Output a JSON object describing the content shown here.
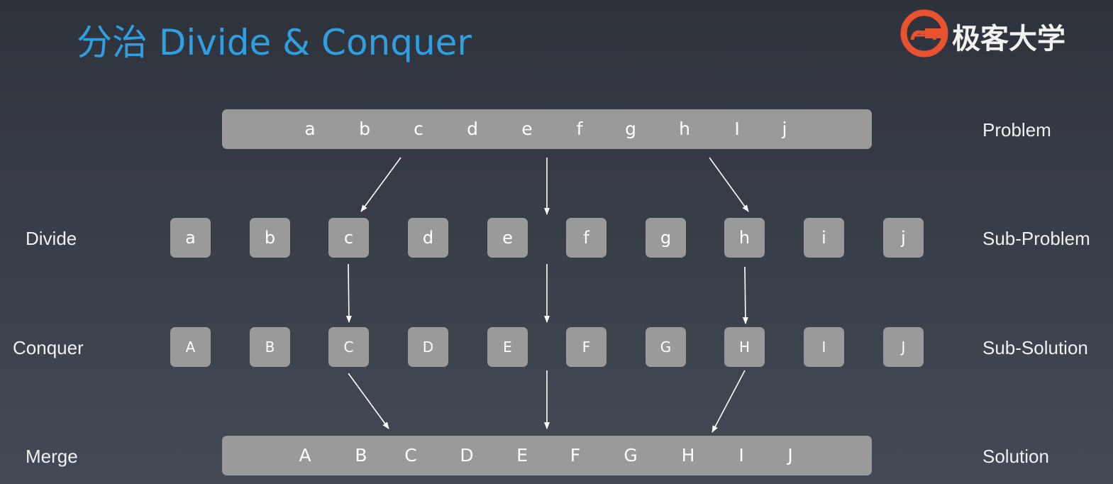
{
  "title": "分治 Divide & Conquer",
  "logo": {
    "text": "极客大学",
    "icon": "geek-university-logo-icon",
    "brand_color": "#e8522e"
  },
  "colors": {
    "title": "#2f9fe0",
    "box": "#9a9a9a",
    "arrow": "#ffffff",
    "label": "#f0f0f0"
  },
  "problem": {
    "letters": [
      "a",
      "b",
      "c",
      "d",
      "e",
      "f",
      "g",
      "h",
      "I",
      "j"
    ],
    "label": "Problem"
  },
  "divide": {
    "label": "Divide",
    "letters": [
      "a",
      "b",
      "c",
      "d",
      "e",
      "f",
      "g",
      "h",
      "i",
      "j"
    ],
    "right_label": "Sub-Problem"
  },
  "conquer": {
    "label": "Conquer",
    "letters": [
      "A",
      "B",
      "C",
      "D",
      "E",
      "F",
      "G",
      "H",
      "I",
      "J"
    ],
    "right_label": "Sub-Solution"
  },
  "merge": {
    "label": "Merge",
    "letters": [
      "A",
      "B",
      "C",
      "D",
      "E",
      "F",
      "G",
      "H",
      "I",
      "J"
    ],
    "right_label": "Solution"
  }
}
